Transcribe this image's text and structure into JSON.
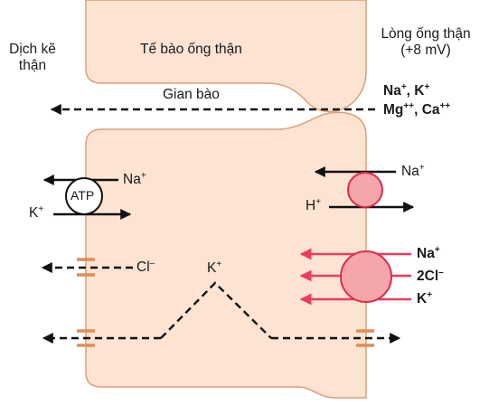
{
  "labels": {
    "interstitial_1": "Dịch kẽ",
    "interstitial_2": "thận",
    "tubule_cell": "Tế bào ống thận",
    "lumen_1": "Lòng ống thận",
    "lumen_2": "(+8 mV)",
    "intercellular": "Gian bào"
  },
  "paracellular": {
    "line1": {
      "a": "Na",
      "a_sup": "+",
      "sep": ", ",
      "b": "K",
      "b_sup": "+"
    },
    "line2": {
      "a": "Mg",
      "a_sup": "++",
      "sep": ", ",
      "b": "Ca",
      "b_sup": "++"
    }
  },
  "pump": {
    "name": "ATP",
    "na": {
      "ion": "Na",
      "sup": "+"
    },
    "k": {
      "ion": "K",
      "sup": "+"
    }
  },
  "exchanger": {
    "na": {
      "ion": "Na",
      "sup": "+"
    },
    "h": {
      "ion": "H",
      "sup": "+"
    }
  },
  "cotransporter": {
    "na": {
      "ion": "Na",
      "sup": "+"
    },
    "cl": {
      "ion": "2Cl",
      "sup": "–"
    },
    "k": {
      "ion": "K",
      "sup": "+"
    }
  },
  "chloride_channel": {
    "ion": "Cl",
    "sup": "–"
  },
  "potassium_recycle": {
    "ion": "K",
    "sup": "+"
  },
  "colors": {
    "cell_fill": "#fce3d2",
    "cell_stroke": "#dc9f7a",
    "transporter_fill": "#f4a6aa",
    "transporter_stroke": "#e0294d",
    "arrow_red": "#ec3b5c",
    "channel": "#e08d55",
    "ink": "#111111"
  }
}
